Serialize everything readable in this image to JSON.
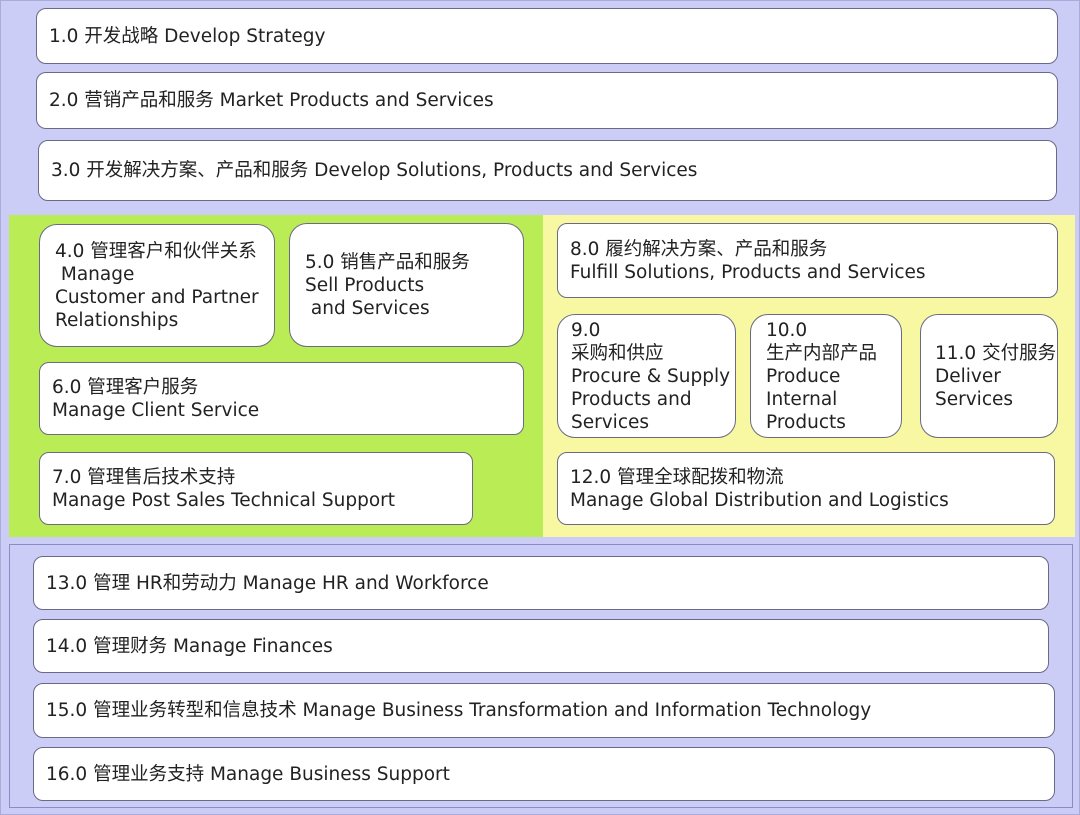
{
  "top_processes": [
    {
      "label": "1.0 开发战略 Develop Strategy"
    },
    {
      "label": "2.0 营销产品和服务 Market Products and Services"
    },
    {
      "label": "3.0 开发解决方案、产品和服务 Develop Solutions, Products and Services"
    }
  ],
  "middle_left": {
    "p4": {
      "lines": [
        "4.0 管理客户和伙伴关系",
        " Manage",
        "Customer and Partner",
        "Relationships"
      ]
    },
    "p5": {
      "lines": [
        "5.0 销售产品和服务",
        "Sell Products",
        " and Services"
      ]
    },
    "p6": {
      "lines": [
        "6.0 管理客户服务",
        "Manage Client Service"
      ]
    },
    "p7": {
      "lines": [
        "7.0 管理售后技术支持",
        "Manage Post Sales Technical Support"
      ]
    }
  },
  "middle_right": {
    "p8": {
      "lines": [
        "8.0 履约解决方案、产品和服务",
        "Fulfill Solutions, Products and Services"
      ]
    },
    "p9": {
      "lines": [
        "9.0",
        "采购和供应",
        "Procure & Supply",
        "Products and",
        "Services"
      ]
    },
    "p10": {
      "lines": [
        "10.0",
        "生产内部产品",
        "Produce",
        "Internal",
        "Products"
      ]
    },
    "p11": {
      "lines": [
        "11.0 交付服务",
        "Deliver",
        "Services"
      ]
    },
    "p12": {
      "lines": [
        "12.0 管理全球配拨和物流",
        "Manage Global Distribution and Logistics"
      ]
    }
  },
  "bottom_processes": [
    {
      "label": "13.0 管理 HR和劳动力 Manage HR and Workforce"
    },
    {
      "label": "14.0 管理财务 Manage Finances"
    },
    {
      "label": "15.0 管理业务转型和信息技术 Manage Business Transformation and Information Technology"
    },
    {
      "label": "16.0 管理业务支持 Manage Business Support"
    }
  ],
  "colors": {
    "background": "#cbcdf6",
    "green_panel": "#b9ec55",
    "yellow_panel": "#f7f8a1",
    "box_fill": "#ffffff",
    "box_border": "#6a6a86"
  }
}
